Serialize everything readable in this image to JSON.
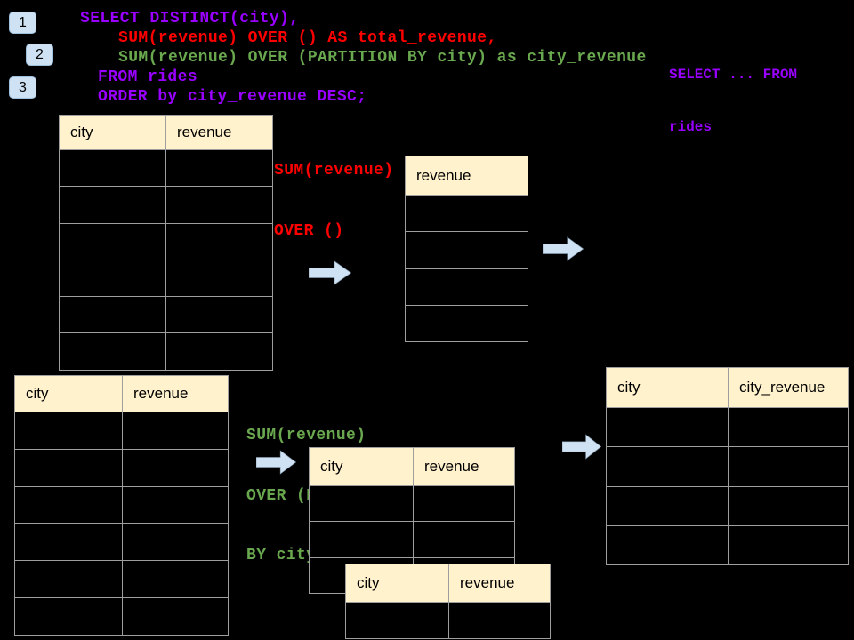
{
  "sql_code": {
    "lines": [
      {
        "text": "SELECT DISTINCT(city),",
        "color": "purple"
      },
      {
        "text": "SUM(revenue) OVER () AS total_revenue,",
        "color": "red"
      },
      {
        "text": "SUM(revenue) OVER (PARTITION BY city) as city_revenue",
        "color": "green"
      },
      {
        "text": "FROM rides",
        "color": "purple"
      },
      {
        "text": "ORDER by city_revenue DESC;",
        "color": "purple"
      }
    ]
  },
  "badges": [
    {
      "label": "1"
    },
    {
      "label": "2"
    },
    {
      "label": "3"
    }
  ],
  "side_note": {
    "line1": "SELECT ... FROM",
    "line2": "rides",
    "color": "purple"
  },
  "annotations": [
    {
      "id": "total-revenue-note",
      "color": "red",
      "lines": [
        "SUM(revenue)",
        "OVER ()"
      ]
    },
    {
      "id": "partition-note",
      "color": "green",
      "lines": [
        "SUM(revenue)",
        "OVER (PARTITION",
        "BY city)"
      ]
    }
  ],
  "tables": [
    {
      "id": "source-table-top",
      "columns": [
        "city",
        "revenue"
      ],
      "empty_rows": 6
    },
    {
      "id": "total-revenue-result",
      "columns": [
        "revenue"
      ],
      "empty_rows": 4
    },
    {
      "id": "source-table-bottom",
      "columns": [
        "city",
        "revenue"
      ],
      "empty_rows": 6
    },
    {
      "id": "partition-input-table",
      "columns": [
        "city",
        "revenue"
      ],
      "empty_rows": 3
    },
    {
      "id": "partition-overlap-table",
      "columns": [
        "city",
        "revenue"
      ],
      "empty_rows": 1
    },
    {
      "id": "city-revenue-result",
      "columns": [
        "city",
        "city_revenue"
      ],
      "empty_rows": 4
    }
  ],
  "arrows": [
    {
      "icon": "right-arrow-icon"
    },
    {
      "icon": "right-arrow-icon"
    },
    {
      "icon": "right-arrow-icon"
    },
    {
      "icon": "right-arrow-icon"
    }
  ],
  "colors": {
    "background": "#000000",
    "purple": "#9900ff",
    "red": "#fe0000",
    "green": "#6aa84f",
    "header_fill": "#fff2cc",
    "table_border": "#9e9e9e",
    "arrow_fill": "#cfe2f3",
    "badge_fill": "#cfe2f3"
  }
}
